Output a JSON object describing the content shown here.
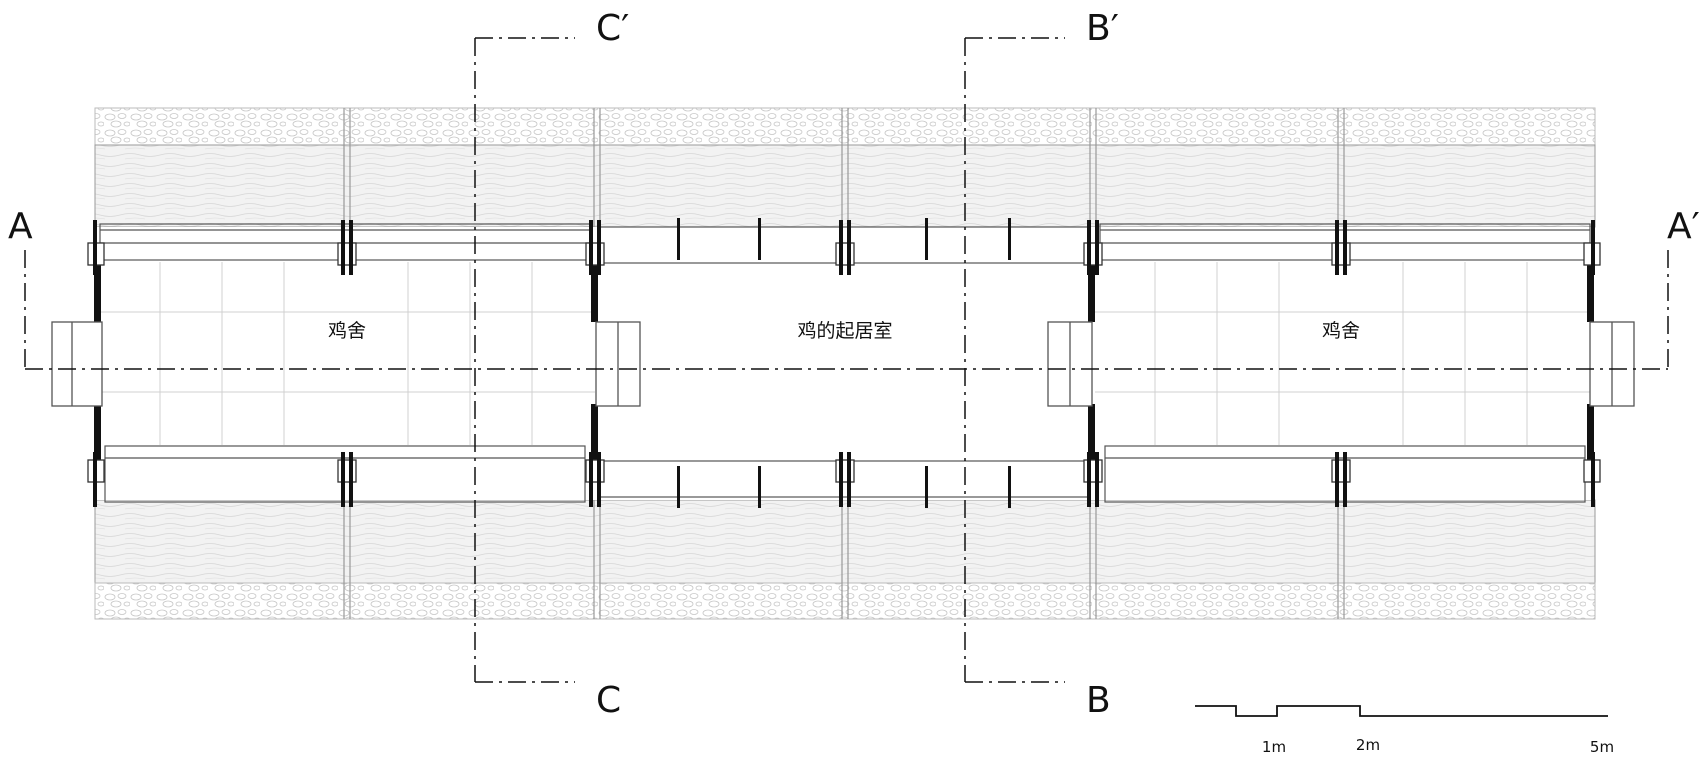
{
  "section_labels": {
    "a_left": "A",
    "a_right": "A′",
    "b_top": "B′",
    "b_bottom": "B",
    "c_top": "C′",
    "c_bottom": "C"
  },
  "rooms": {
    "left": "鸡舍",
    "center": "鸡的起居室",
    "right": "鸡舍"
  },
  "scale_bar": {
    "labels": [
      "1m",
      "2m",
      "5m"
    ]
  }
}
